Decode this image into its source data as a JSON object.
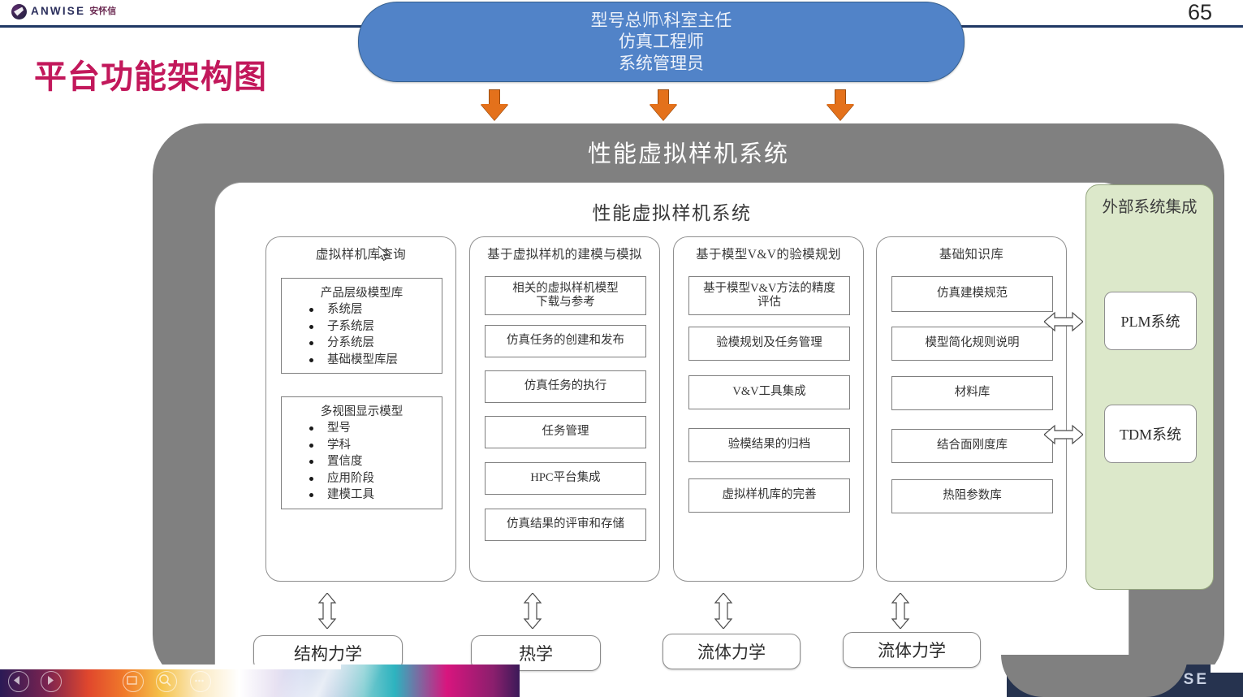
{
  "header": {
    "logo_text": "ANWISE",
    "logo_cn": "安怀信",
    "page_number": "65",
    "rule_color": "#1F3864"
  },
  "slide": {
    "title": "平台功能架构图",
    "title_color": "#C2185B"
  },
  "roles_box": {
    "color": "#5183C8",
    "lines": [
      "型号总师\\科室主任",
      "仿真工程师",
      "系统管理员"
    ]
  },
  "arrows": {
    "down_arrow_color": "#E4711B",
    "down_arrow_count": 3,
    "updown_arrow_color": "#FFFFFF"
  },
  "gray_container": {
    "color": "#808080",
    "title": "性能虚拟样机系统"
  },
  "white_panel": {
    "title": "性能虚拟样机系统"
  },
  "columns": [
    {
      "header": "虚拟样机库查询",
      "subboxes": [
        {
          "title": "产品层级模型库",
          "bullets": [
            "系统层",
            "子系统层",
            "分系统层",
            "基础模型库层"
          ]
        },
        {
          "title": "多视图显示模型",
          "bullets": [
            "型号",
            "学科",
            "置信度",
            "应用阶段",
            "建模工具"
          ]
        }
      ]
    },
    {
      "header": "基于虚拟样机的建模与模拟",
      "cells": [
        "相关的虚拟样机模型\n下载与参考",
        "仿真任务的创建和发布",
        "仿真任务的执行",
        "任务管理",
        "HPC平台集成",
        "仿真结果的评审和存储"
      ]
    },
    {
      "header": "基于模型V&V的验模规划",
      "cells": [
        "基于模型V&V方法的精度\n评估",
        "验模规划及任务管理",
        "V&V工具集成",
        "验模结果的归档",
        "虚拟样机库的完善"
      ]
    },
    {
      "header": "基础知识库",
      "cells": [
        "仿真建模规范",
        "模型简化规则说明",
        "材料库",
        "结合面刚度库",
        "热阻参数库"
      ]
    }
  ],
  "external_systems": {
    "header": "外部系统集成",
    "color": "#DCE8CA",
    "items": [
      "PLM系统",
      "TDM系统"
    ]
  },
  "disciplines": [
    "结构力学",
    "热学",
    "流体力学",
    "流体力学"
  ],
  "taskbar": {
    "icons": [
      "previous-icon",
      "play-icon",
      "slideshow-icon",
      "zoom-icon",
      "menu-icon"
    ]
  },
  "footer": {
    "brand_fragment": "SE",
    "color": "#26334F"
  }
}
